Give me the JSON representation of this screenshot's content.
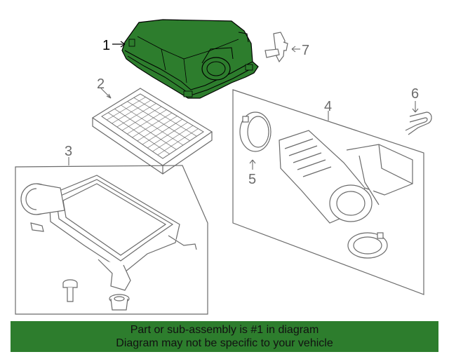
{
  "diagram": {
    "highlight_color": "#2d7d2d",
    "line_color": "#6b6b6b",
    "callouts": {
      "c1": "1",
      "c2": "2",
      "c3": "3",
      "c4": "4",
      "c5": "5",
      "c6": "6",
      "c7": "7"
    },
    "highlighted_part": "1"
  },
  "banner": {
    "line1": "Part or sub-assembly is #1 in diagram",
    "line2": "Diagram may not be specific to your vehicle",
    "background": "#2d7d2d"
  }
}
